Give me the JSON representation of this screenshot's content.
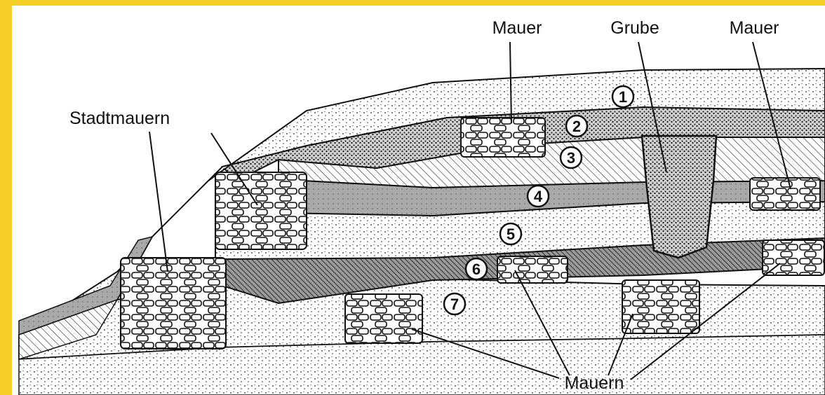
{
  "labels": {
    "mauer_left": "Mauer",
    "grube": "Grube",
    "mauer_right": "Mauer",
    "stadtmauern": "Stadtmauern",
    "mauern": "Mauern"
  },
  "layers": [
    "1",
    "2",
    "3",
    "4",
    "5",
    "6",
    "7"
  ],
  "colors": {
    "frame": "#f5cf27",
    "ink": "#111111"
  }
}
